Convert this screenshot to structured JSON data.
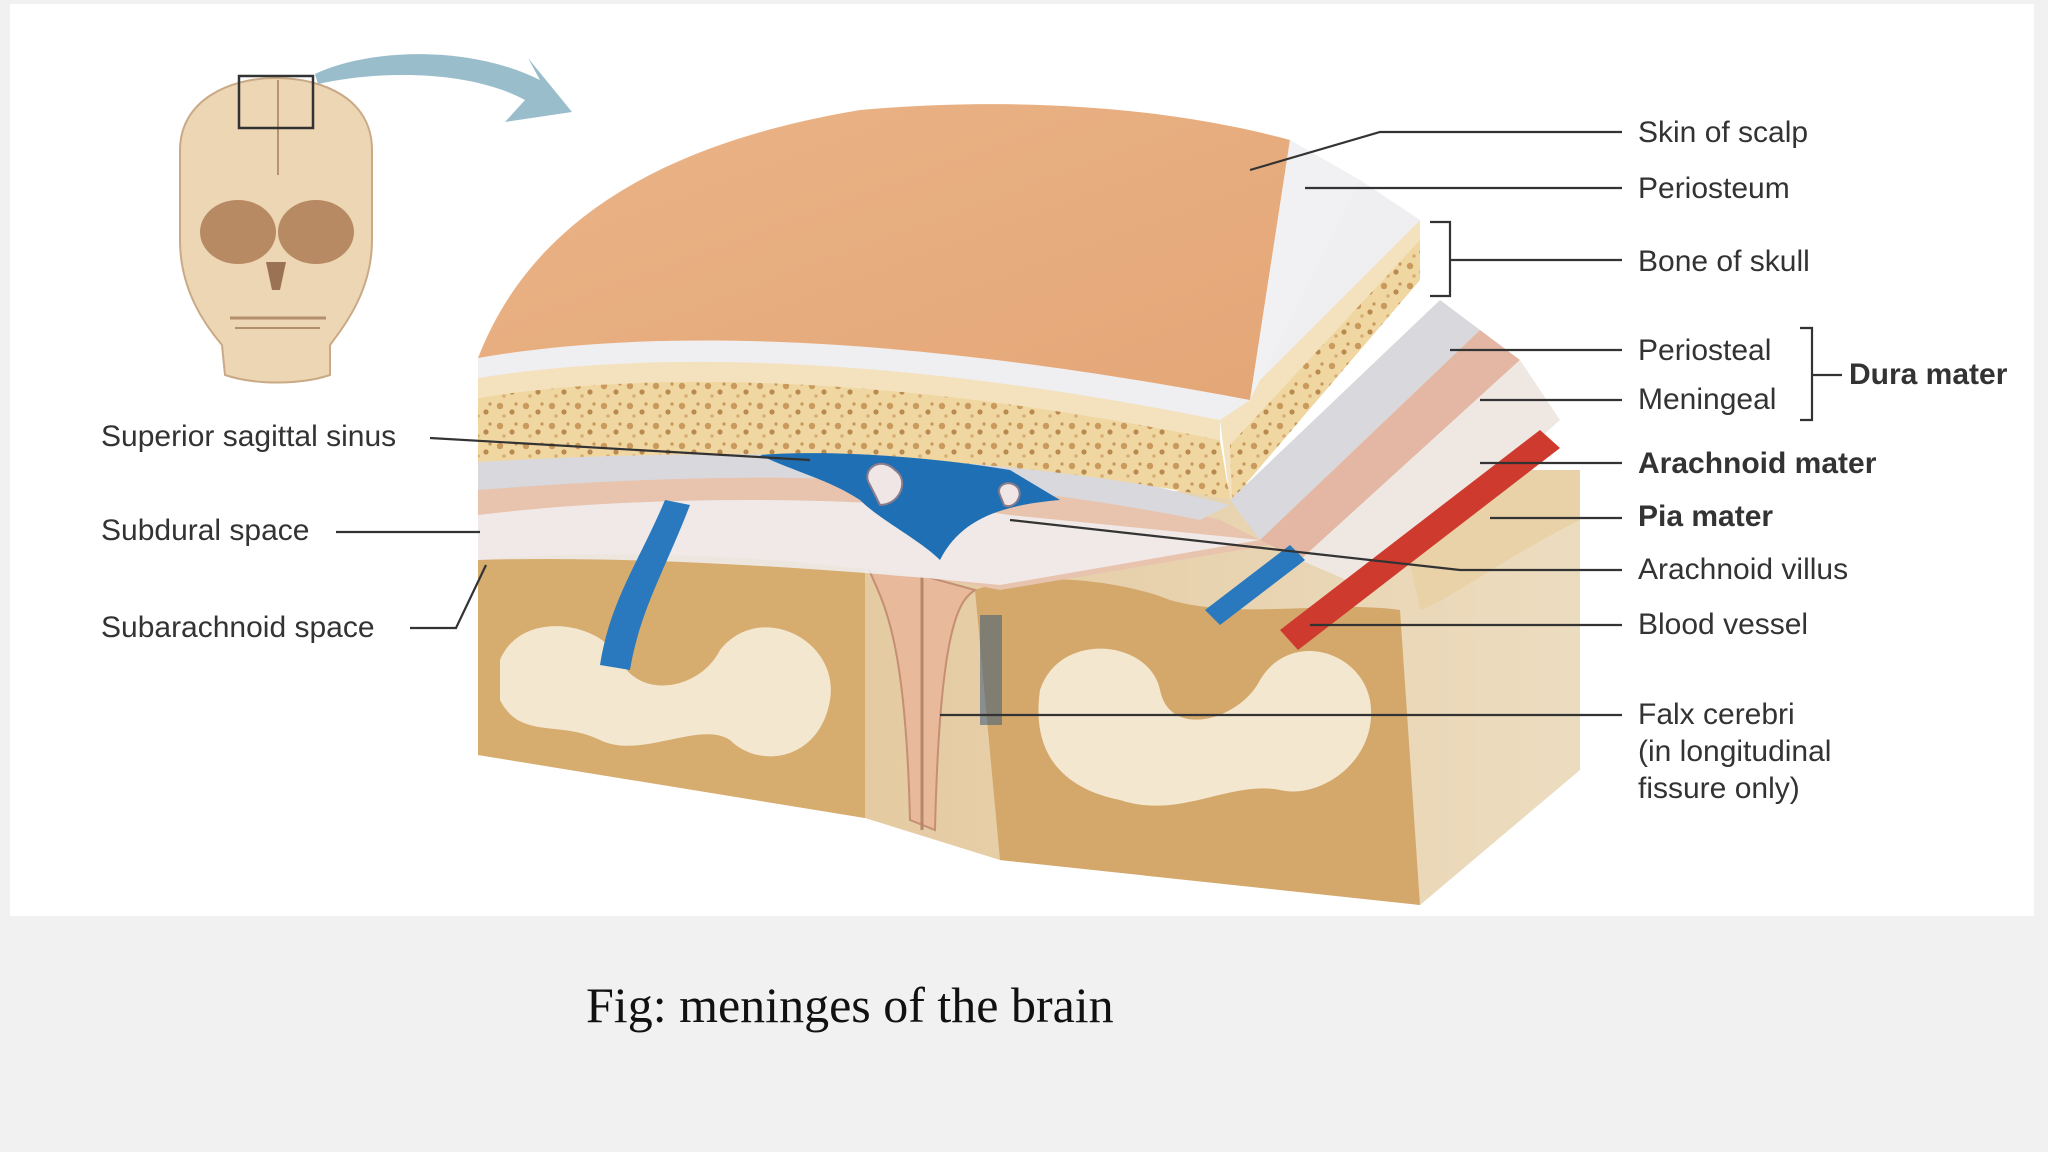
{
  "labels": {
    "skin_of_scalp": "Skin of scalp",
    "periosteum": "Periosteum",
    "bone_of_skull": "Bone of skull",
    "periosteal": "Periosteal",
    "meningeal": "Meningeal",
    "dura_mater": "Dura mater",
    "arachnoid_mater": "Arachnoid mater",
    "pia_mater": "Pia mater",
    "arachnoid_villus": "Arachnoid villus",
    "blood_vessel": "Blood vessel",
    "falx_cerebri_1": "Falx cerebri",
    "falx_cerebri_2": "(in longitudinal",
    "falx_cerebri_3": "fissure only)",
    "superior_sagittal_sinus": "Superior sagittal sinus",
    "subdural_space": "Subdural space",
    "subarachnoid_space": "Subarachnoid space"
  },
  "caption": "Fig: meninges of the brain",
  "colors": {
    "scalp": "#e9ad7e",
    "periosteum": "#f0eef0",
    "bone": "#f1d9a8",
    "dura": "#e6c2b1",
    "sinus": "#1f6fb5",
    "vessel": "#cf3a2e",
    "brain_grey": "#d3a86e",
    "brain_white": "#f1e3c8",
    "arrow": "#8fb6c5"
  }
}
